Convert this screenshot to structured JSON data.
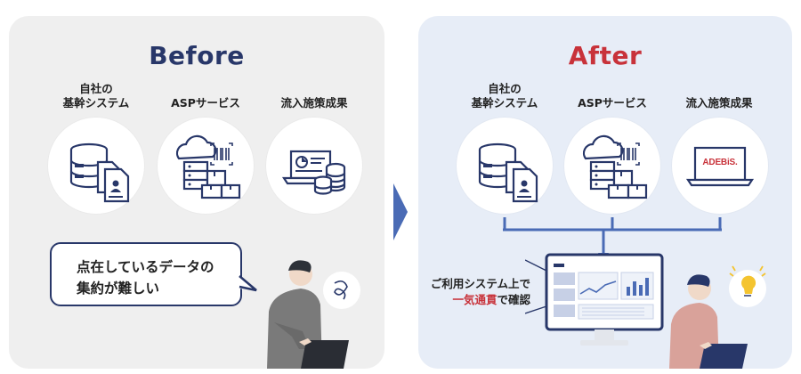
{
  "before": {
    "title": "Before",
    "label1_line1": "自社の",
    "label1_line2": "基幹システム",
    "label2": "ASPサービス",
    "label3": "流入施策成果",
    "speech_line1": "点在しているデータの",
    "speech_line2": "集約が難しい"
  },
  "after": {
    "title": "After",
    "label1_line1": "自社の",
    "label1_line2": "基幹システム",
    "label2": "ASPサービス",
    "label3": "流入施策成果",
    "adebis_logo": "ADEBiS.",
    "note_line1": "ご利用システム上で",
    "note_highlight": "一気通貫",
    "note_rest": "で確認"
  },
  "colors": {
    "navy": "#283769",
    "red": "#c8323a",
    "before_bg": "#efefef",
    "after_bg": "#e7edf7",
    "connector": "#4a6bb5"
  },
  "icons": [
    "database-document-icon",
    "cloud-server-barcode-icon",
    "laptop-coins-icon",
    "speech-bubble-icon",
    "scribble-thought-icon",
    "lightbulb-thought-icon",
    "monitor-dashboard-icon",
    "arrow-right-icon"
  ]
}
